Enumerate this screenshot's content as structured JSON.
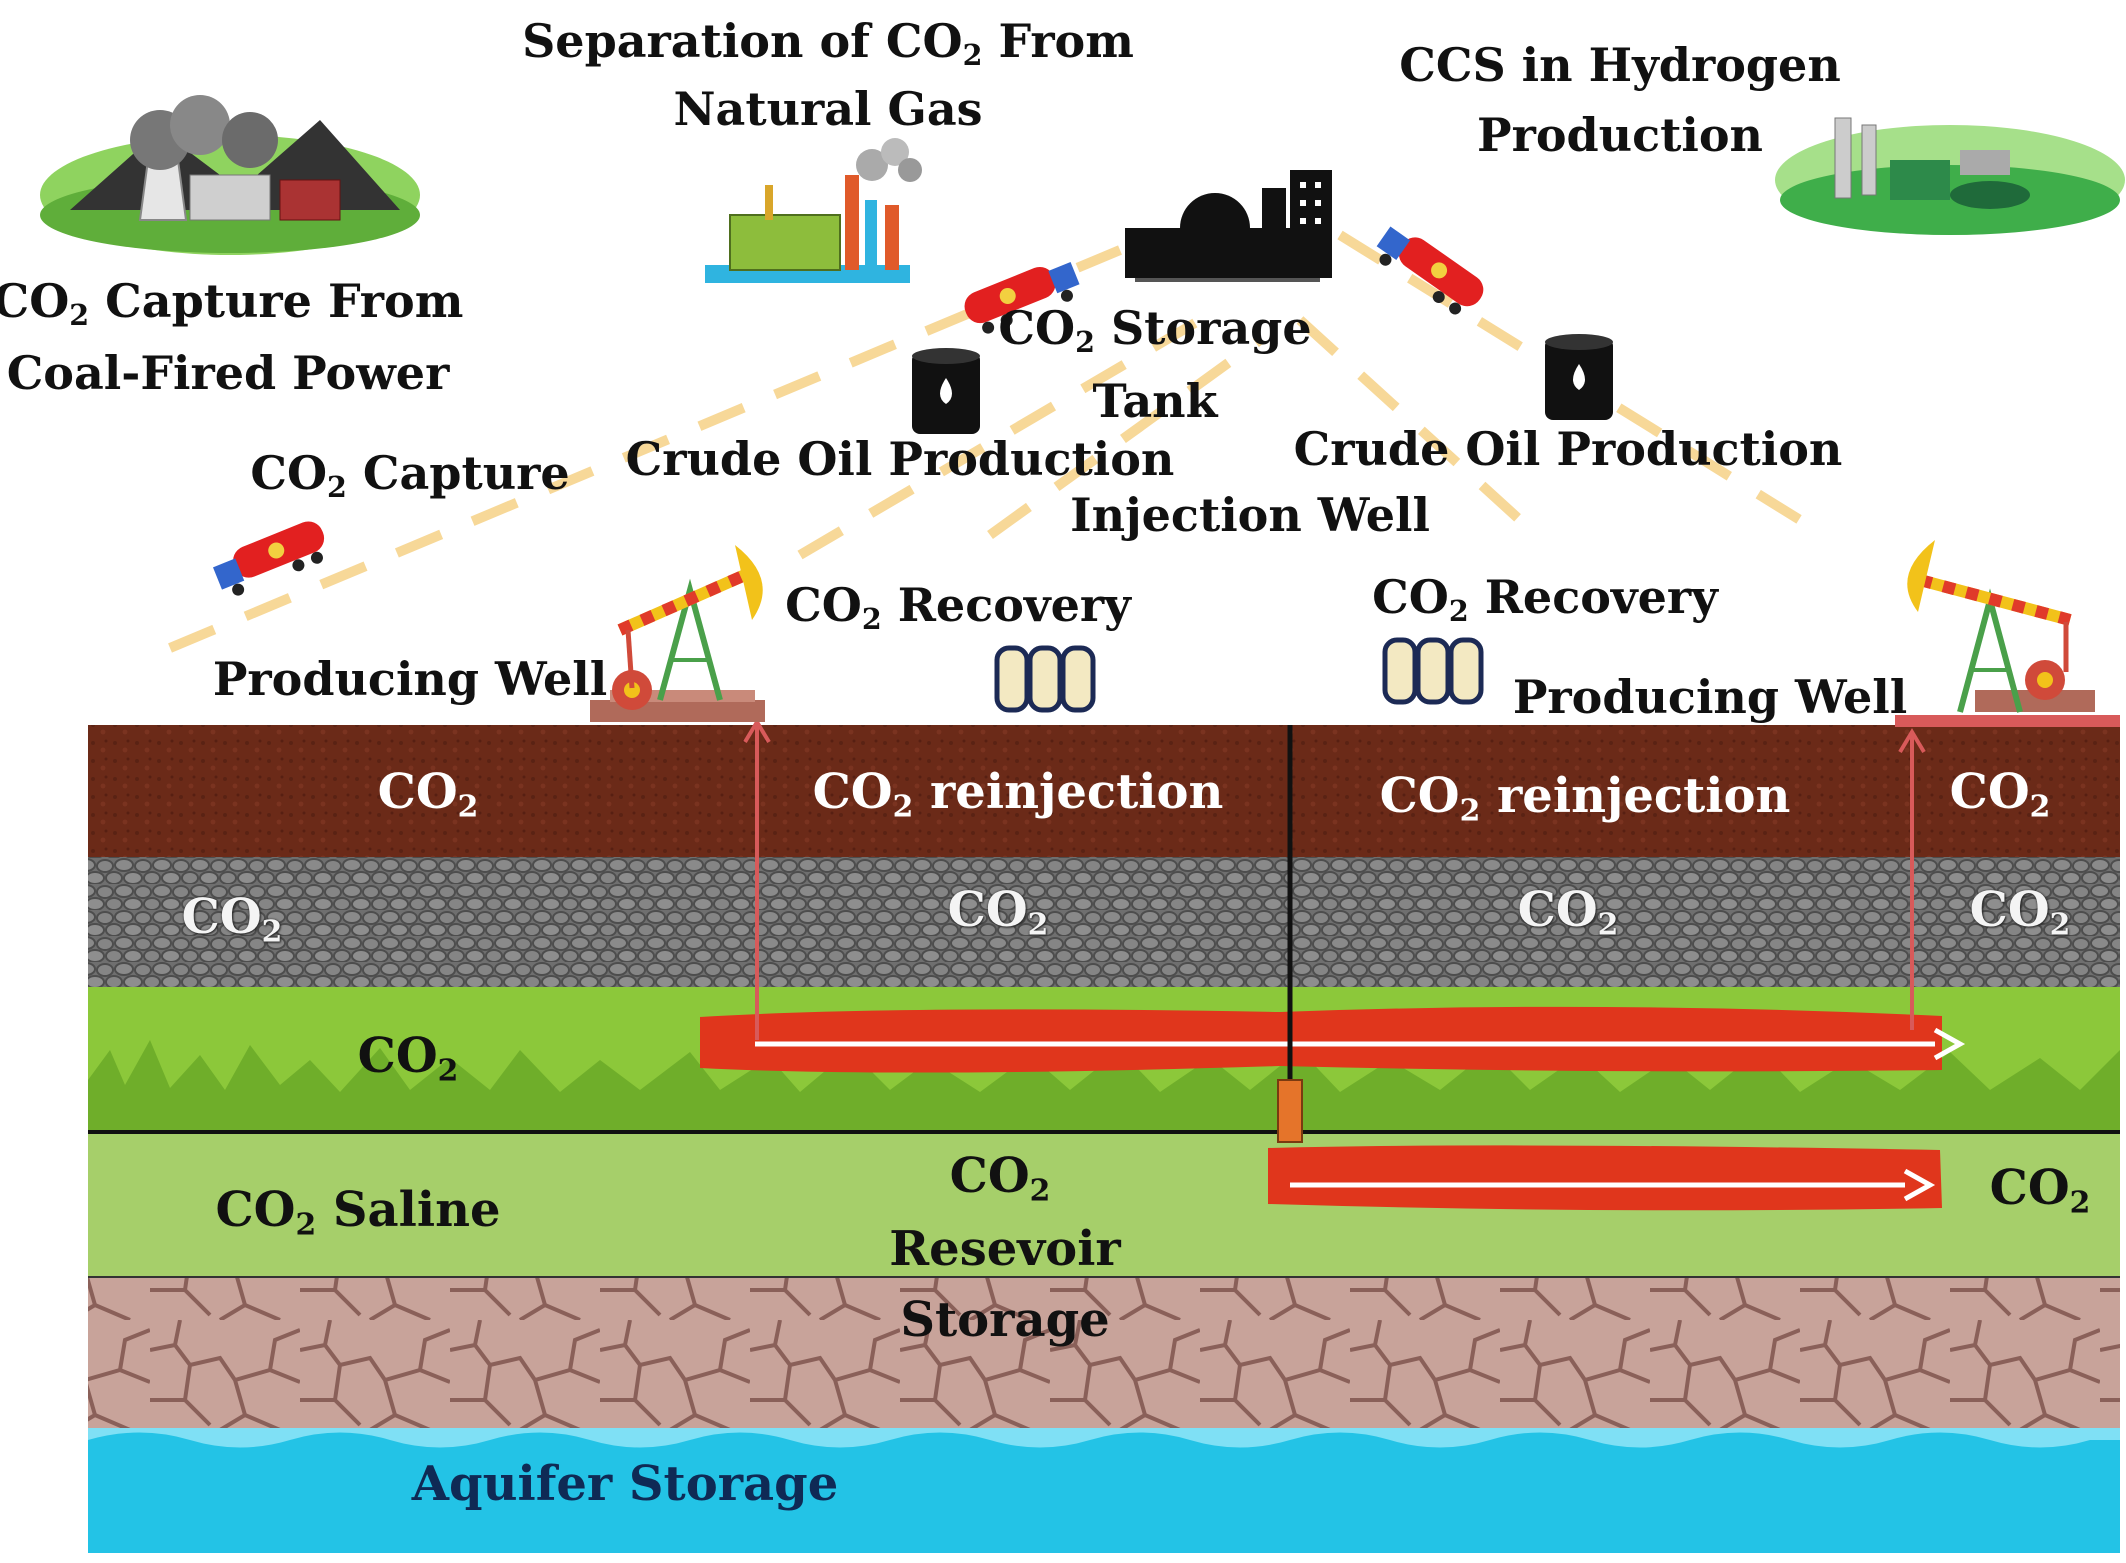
{
  "title_labels": {
    "coal_capture": {
      "line1": {
        "pre": "CO",
        "sub": "2",
        "post": " Capture From"
      },
      "line2": "Coal-Fired Power"
    },
    "natural_gas": {
      "line1": {
        "pre": "Separation of CO",
        "sub": "2",
        "post": " From"
      },
      "line2": "Natural Gas"
    },
    "hydrogen": {
      "line1": "CCS in Hydrogen",
      "line2": "Production"
    },
    "storage_tank": {
      "line1": {
        "pre": "CO",
        "sub": "2",
        "post": " Storage"
      },
      "line2": "Tank"
    },
    "crude_left": "Crude Oil Production",
    "crude_right": "Crude Oil Production",
    "injection_well": "Injection Well",
    "co2_capture": {
      "pre": "CO",
      "sub": "2",
      "post": " Capture"
    },
    "recovery_left": {
      "pre": "CO",
      "sub": "2",
      "post": " Recovery"
    },
    "recovery_right": {
      "pre": "CO",
      "sub": "2",
      "post": " Recovery"
    },
    "producing_left": "Producing Well",
    "producing_right": "Producing Well"
  },
  "layers": {
    "top": {
      "left": {
        "pre": "CO",
        "sub": "2",
        "post": ""
      },
      "reinj_left": {
        "pre": "CO",
        "sub": "2",
        "post": " reinjection"
      },
      "reinj_right": {
        "pre": "CO",
        "sub": "2",
        "post": " reinjection"
      },
      "right": {
        "pre": "CO",
        "sub": "2",
        "post": ""
      }
    },
    "rock": {
      "a": {
        "pre": "CO",
        "sub": "2",
        "post": ""
      },
      "b": {
        "pre": "CO",
        "sub": "2",
        "post": ""
      },
      "c": {
        "pre": "CO",
        "sub": "2",
        "post": ""
      },
      "d": {
        "pre": "CO",
        "sub": "2",
        "post": ""
      }
    },
    "grass": {
      "a": {
        "pre": "CO",
        "sub": "2",
        "post": ""
      }
    },
    "saline": {
      "left": {
        "pre": "CO",
        "sub": "2",
        "post": " Saline"
      },
      "mid": {
        "pre": "CO",
        "sub": "2",
        "post": ""
      },
      "mid2": "Resevoir",
      "right": {
        "pre": "CO",
        "sub": "2",
        "post": ""
      }
    },
    "storage": "Storage",
    "aquifer": "Aquifer Storage"
  },
  "colors": {
    "topsoil": "#6b2a18",
    "rock": "#6e6e6e",
    "grass": "#8cc83a",
    "saline": "#a6cf6a",
    "clay": "#c9a49b",
    "water": "#23c3e6",
    "plume": "#e0361c",
    "pipe": "#d85a5a",
    "dash": "#f7d898"
  },
  "icons": [
    "coal-plant-icon",
    "gas-plant-icon",
    "hydrogen-plant-icon",
    "storage-tank-icon",
    "oil-barrel-icon",
    "co2-tanker-truck-icon",
    "pumpjack-icon",
    "co2-cylinders-icon"
  ]
}
